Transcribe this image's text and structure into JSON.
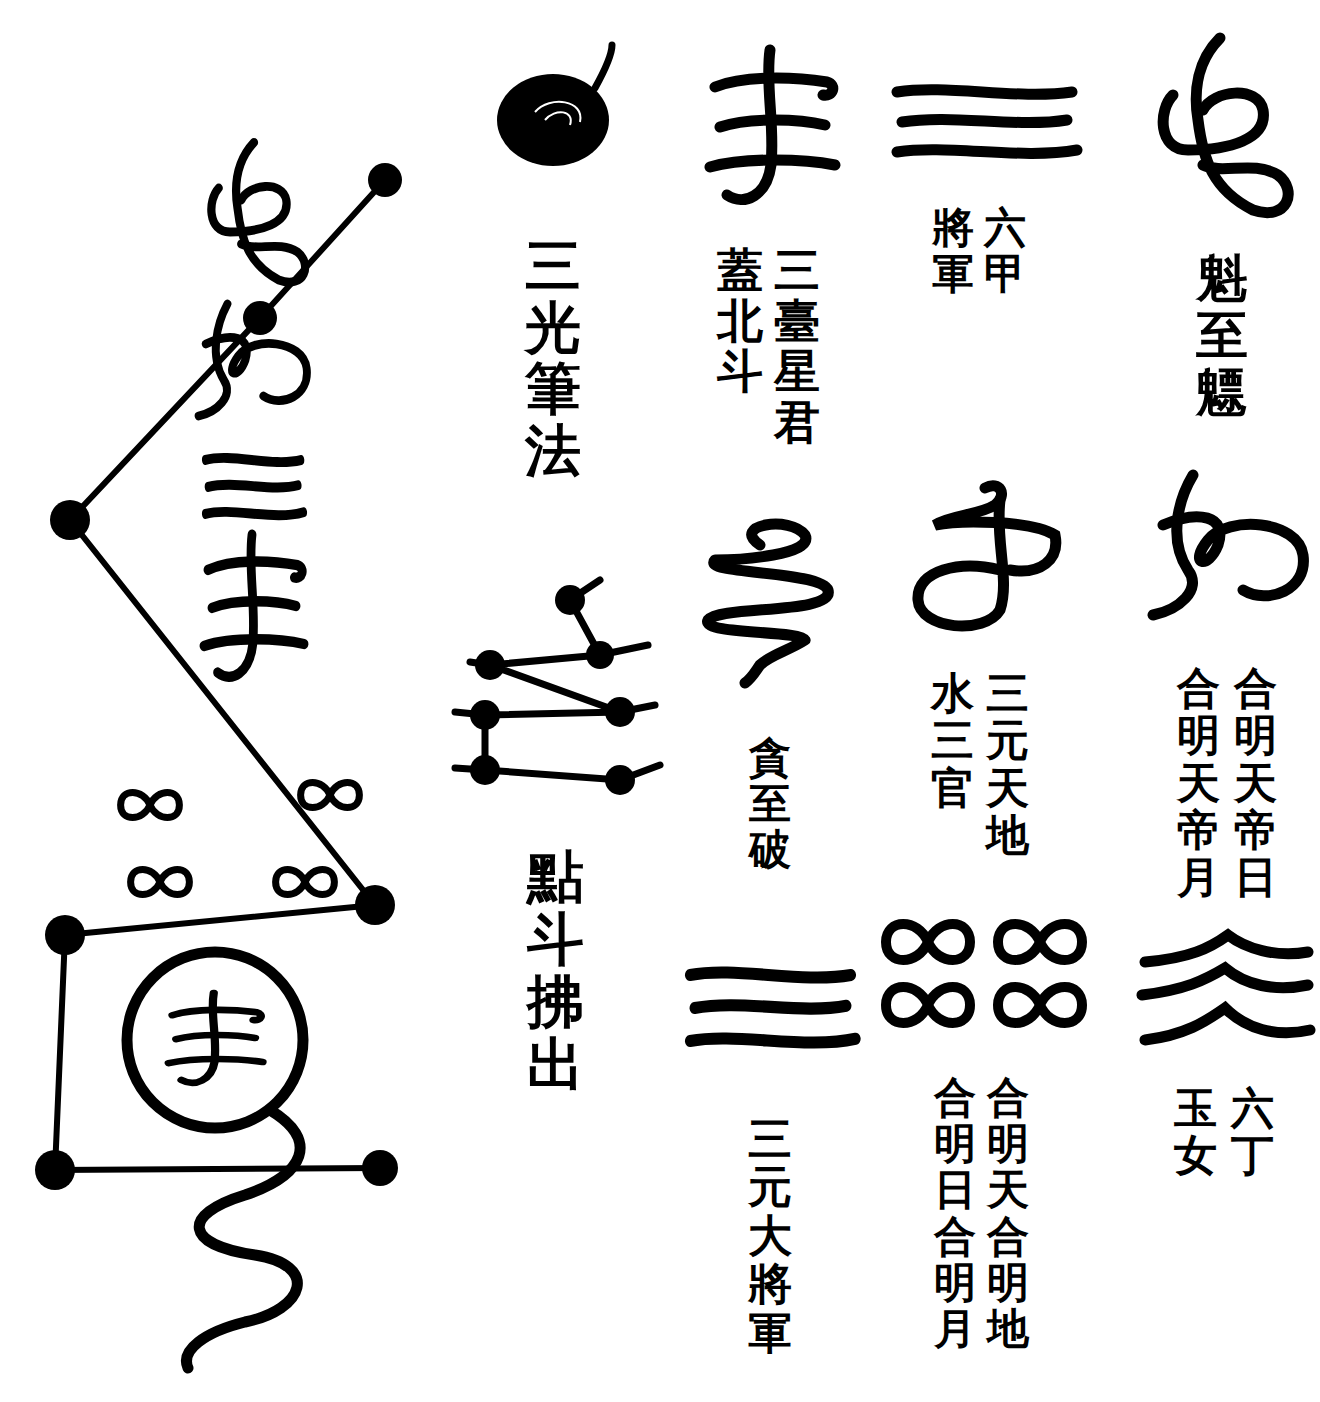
{
  "diagram": {
    "labels": [
      "魁至魒",
      "六甲",
      "將軍",
      "三臺星君",
      "蓋北斗",
      "三光筆法",
      "合明天帝日",
      "合明天帝月",
      "三元天地",
      "水三官",
      "貪至破",
      "點斗拂出",
      "六丁",
      "玉女",
      "合明天合明地",
      "合明日合明月",
      "三元大將軍"
    ]
  }
}
